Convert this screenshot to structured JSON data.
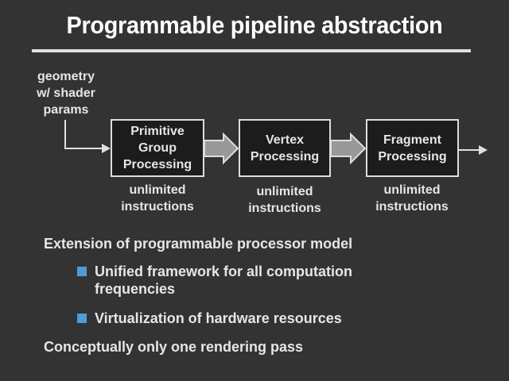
{
  "slide": {
    "title": "Programmable pipeline abstraction",
    "input_label": [
      "geometry",
      "w/ shader",
      "params"
    ],
    "stages": [
      {
        "name": "Primitive Group Processing",
        "lines": [
          "Primitive",
          "Group",
          "Processing"
        ],
        "note": [
          "unlimited",
          "instructions"
        ]
      },
      {
        "name": "Vertex Processing",
        "lines": [
          "Vertex",
          "Processing"
        ],
        "note": [
          "unlimited",
          "instructions"
        ]
      },
      {
        "name": "Fragment Processing",
        "lines": [
          "Fragment",
          "Processing"
        ],
        "note": [
          "unlimited",
          "instructions"
        ]
      }
    ],
    "bullets": [
      {
        "text": "Extension of programmable processor model",
        "level": 1
      },
      {
        "text": "Unified framework for all computation frequencies",
        "lines": [
          "Unified framework for all computation",
          "frequencies"
        ],
        "level": 2
      },
      {
        "text": "Virtualization of hardware resources",
        "level": 2
      },
      {
        "text": "Conceptually only one rendering pass",
        "level": 1
      }
    ],
    "colors": {
      "background": "#333333",
      "box_fill": "#1c1c1c",
      "box_border": "#dddddd",
      "block_arrow": "#999999",
      "bullet_square": "#4f9bd6",
      "text": "#e6e6e6"
    }
  }
}
